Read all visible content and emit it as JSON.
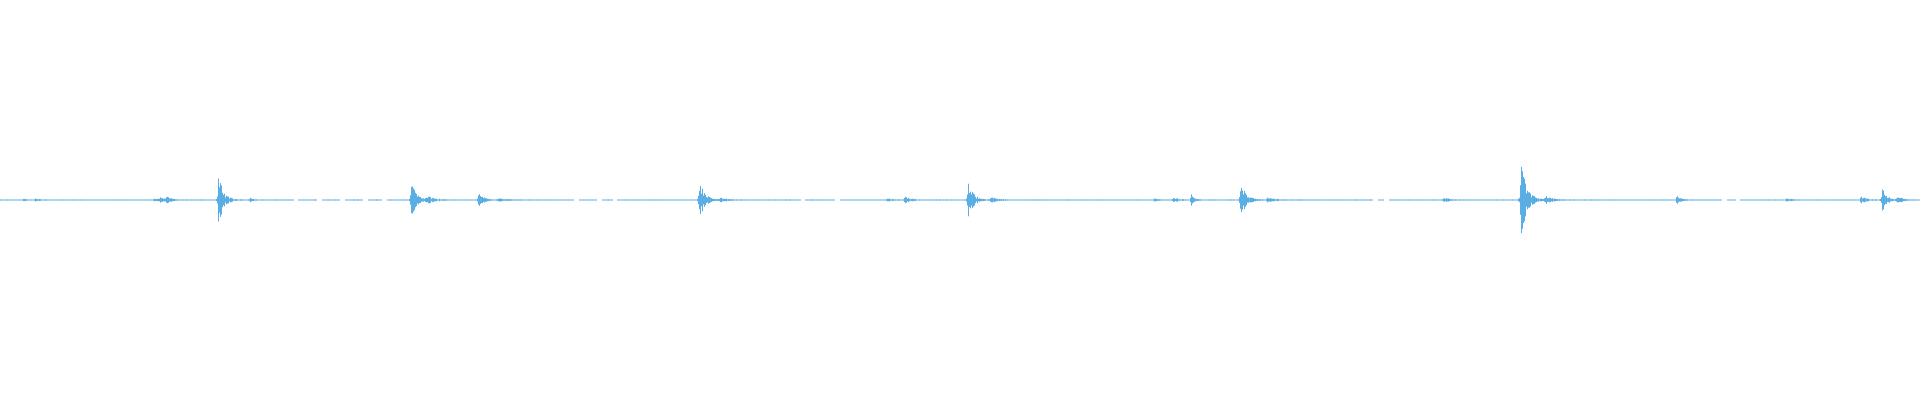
{
  "waveform": {
    "color": "#5aaee3",
    "baseline_color": "#5aaee3",
    "bursts": [
      {
        "t": 0.012,
        "amp": 0.004,
        "spread": 0.004
      },
      {
        "t": 0.018,
        "amp": 0.006,
        "spread": 0.004
      },
      {
        "t": 0.08,
        "amp": 0.006,
        "spread": 0.006
      },
      {
        "t": 0.083,
        "amp": 0.012,
        "spread": 0.004
      },
      {
        "t": 0.0865,
        "amp": 0.016,
        "spread": 0.004
      },
      {
        "t": 0.1135,
        "amp": 0.14,
        "spread": 0.004
      },
      {
        "t": 0.13,
        "amp": 0.01,
        "spread": 0.003
      },
      {
        "t": 0.214,
        "amp": 0.1,
        "spread": 0.004
      },
      {
        "t": 0.222,
        "amp": 0.02,
        "spread": 0.006
      },
      {
        "t": 0.249,
        "amp": 0.04,
        "spread": 0.004
      },
      {
        "t": 0.26,
        "amp": 0.008,
        "spread": 0.008
      },
      {
        "t": 0.364,
        "amp": 0.13,
        "spread": 0.004
      },
      {
        "t": 0.375,
        "amp": 0.01,
        "spread": 0.006
      },
      {
        "t": 0.462,
        "amp": 0.006,
        "spread": 0.006
      },
      {
        "t": 0.471,
        "amp": 0.022,
        "spread": 0.004
      },
      {
        "t": 0.504,
        "amp": 0.11,
        "spread": 0.004
      },
      {
        "t": 0.516,
        "amp": 0.012,
        "spread": 0.006
      },
      {
        "t": 0.601,
        "amp": 0.006,
        "spread": 0.004
      },
      {
        "t": 0.611,
        "amp": 0.016,
        "spread": 0.004
      },
      {
        "t": 0.62,
        "amp": 0.04,
        "spread": 0.003
      },
      {
        "t": 0.646,
        "amp": 0.12,
        "spread": 0.004
      },
      {
        "t": 0.66,
        "amp": 0.012,
        "spread": 0.006
      },
      {
        "t": 0.752,
        "amp": 0.01,
        "spread": 0.006
      },
      {
        "t": 0.792,
        "amp": 0.19,
        "spread": 0.005
      },
      {
        "t": 0.805,
        "amp": 0.018,
        "spread": 0.006
      },
      {
        "t": 0.873,
        "amp": 0.03,
        "spread": 0.003
      },
      {
        "t": 0.93,
        "amp": 0.006,
        "spread": 0.006
      },
      {
        "t": 0.969,
        "amp": 0.02,
        "spread": 0.004
      },
      {
        "t": 0.98,
        "amp": 0.07,
        "spread": 0.004
      },
      {
        "t": 0.988,
        "amp": 0.02,
        "spread": 0.004
      }
    ],
    "noise_floor": 0.0025,
    "gaps": [
      0.154,
      0.166,
      0.178,
      0.19,
      0.2,
      0.3,
      0.312,
      0.32,
      0.418,
      0.436,
      0.716,
      0.722,
      0.898,
      0.905
    ]
  }
}
